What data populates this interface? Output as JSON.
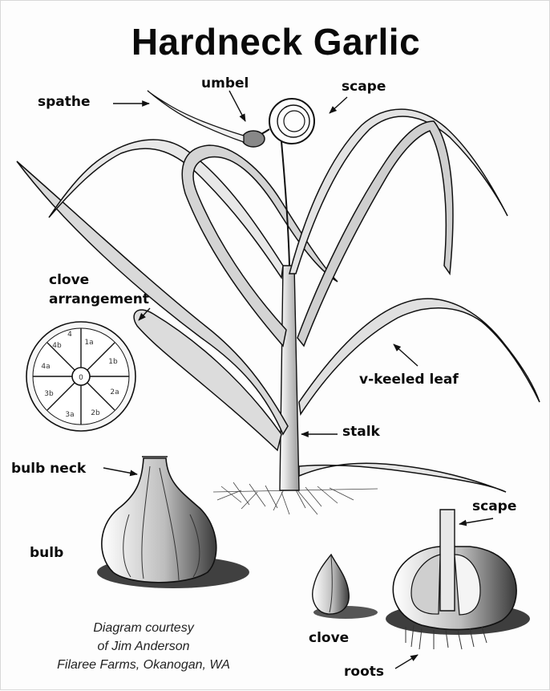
{
  "title": "Hardneck Garlic",
  "labels": {
    "spathe": "spathe",
    "umbel": "umbel",
    "scape_top": "scape",
    "clove_arrangement_1": "clove",
    "clove_arrangement_2": "arrangement",
    "v_keeled_leaf": "v-keeled leaf",
    "stalk": "stalk",
    "bulb_neck": "bulb neck",
    "bulb": "bulb",
    "scape_bottom": "scape",
    "clove": "clove",
    "roots": "roots"
  },
  "clove_cross_section_marks": [
    "4",
    "1a",
    "1b",
    "2a",
    "2b",
    "3a",
    "3b",
    "4a",
    "4b",
    "0"
  ],
  "credit": {
    "line1": "Diagram courtesy",
    "line2": "of Jim Anderson",
    "line3": "Filaree Farms, Okanogan, WA"
  }
}
